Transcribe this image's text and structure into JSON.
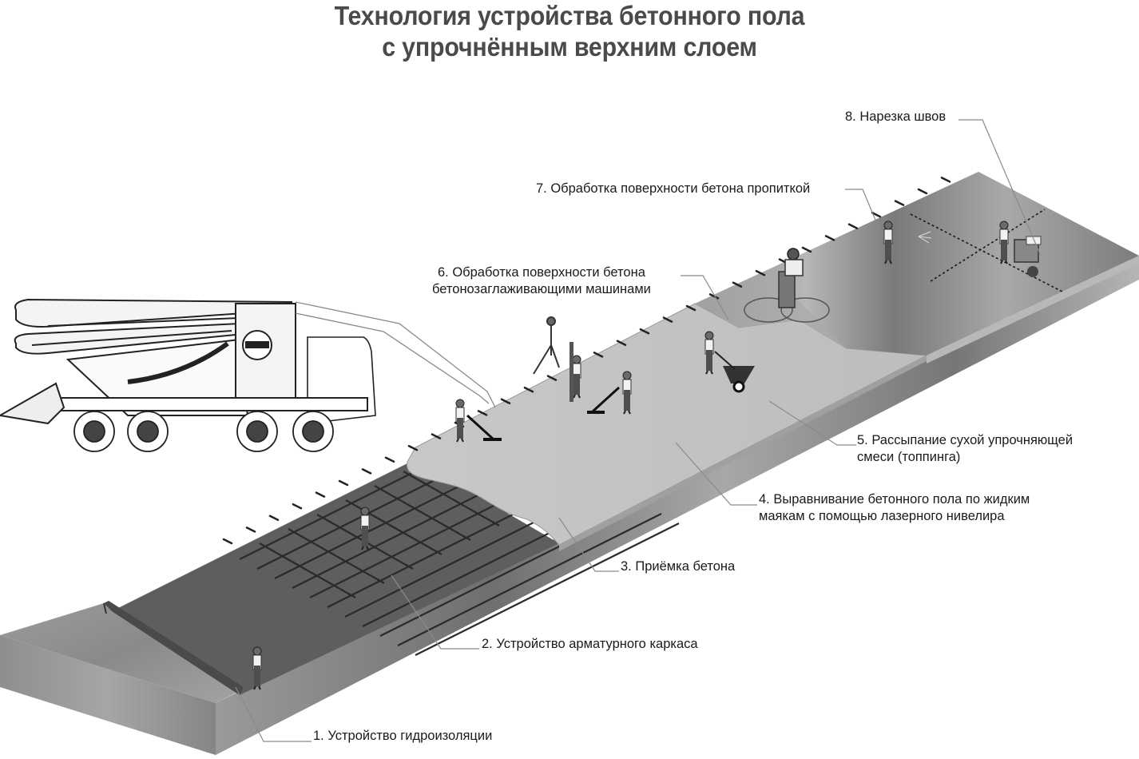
{
  "title": {
    "line1": "Технология устройства бетонного пола",
    "line2": "с упрочнённым верхним слоем"
  },
  "steps": [
    {
      "number": 1,
      "label": "1. Устройство гидроизоляции"
    },
    {
      "number": 2,
      "label": "2. Устройство арматурного каркаса"
    },
    {
      "number": 3,
      "label": "3. Приёмка бетона"
    },
    {
      "number": 4,
      "line1": "4. Выравнивание бетонного пола по жидким",
      "line2": "маякам с помощью лазерного нивелира"
    },
    {
      "number": 5,
      "line1": "5. Рассыпание сухой упрочняющей",
      "line2": "смеси (топпинга)"
    },
    {
      "number": 6,
      "line1": "6. Обработка поверхности бетона",
      "line2": "бетонозаглаживающими машинами"
    },
    {
      "number": 7,
      "label": "7. Обработка поверхности бетона пропиткой"
    },
    {
      "number": 8,
      "label": "8. Нарезка швов"
    }
  ],
  "colors": {
    "base_slab": "#8c8c8c",
    "waterproofing": "#5e5e5e",
    "fresh_concrete": "#c4c4c4",
    "finished_concrete": "#7d7d7d",
    "leader_line": "#8a8a8a",
    "title": "#4a4a4a"
  },
  "icons": {
    "truck": "concrete-pump-truck-icon",
    "worker": "worker-icon",
    "wheelbarrow": "wheelbarrow-icon",
    "trowel_machine": "power-trowel-icon",
    "laser_level": "laser-level-icon",
    "sprayer": "sprayer-icon",
    "cutter": "joint-cutter-icon"
  }
}
